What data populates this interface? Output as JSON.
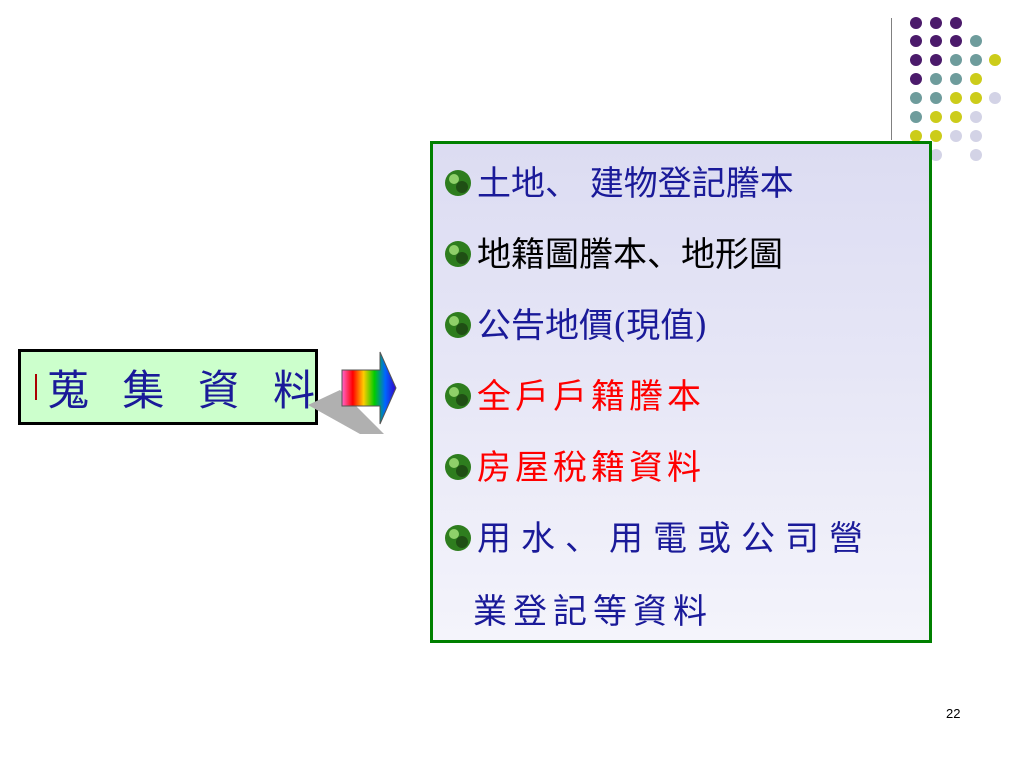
{
  "slide": {
    "label": "蒐 集 資 料",
    "items": [
      {
        "text": "土地、 建物登記謄本",
        "color": "#1a1a99"
      },
      {
        "text": "地籍圖謄本、地形圖",
        "color": "#000000"
      },
      {
        "text": "公告地價(現值)",
        "color": "#1a1a99"
      },
      {
        "text": "全戶戶籍謄本",
        "color": "#ff0000"
      },
      {
        "text": "房屋稅籍資料",
        "color": "#ff0000"
      },
      {
        "text": "用水、用電或公司營",
        "color": "#1a1a99"
      }
    ],
    "item_continuation": "業登記等資料",
    "page_number": "22"
  },
  "colors": {
    "label_bg": "#ccffcc",
    "content_border": "#008000",
    "dot_purple": "#4b1a6b",
    "dot_teal": "#6e9c9c",
    "dot_yellow": "#cccc1a",
    "dot_lavender": "#d3d3e6"
  },
  "icons": {
    "bullet": "red-gradient-square-icon",
    "arrow": "rainbow-arrow-icon",
    "item_bullet": "green-gem-icon"
  }
}
